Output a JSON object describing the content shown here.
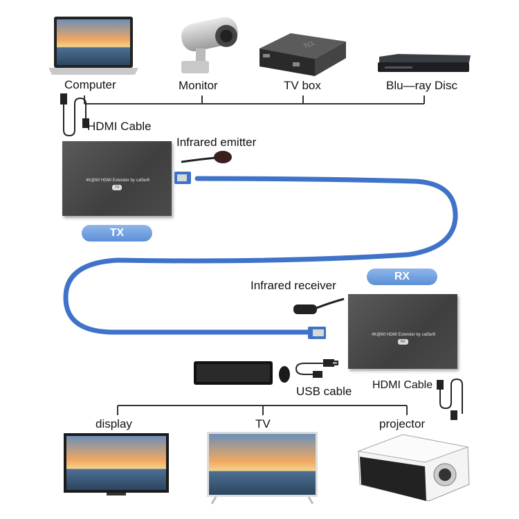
{
  "sources": {
    "computer": "Computer",
    "monitor": "Monitor",
    "tv_box": "TV box",
    "bluray": "Blu—ray Disc"
  },
  "tv_box_brand": "TCL",
  "hdmi_cable_top": "HDMI Cable",
  "infrared_emitter": "Infrared emitter",
  "tx": {
    "pill": "TX",
    "device_text": "4K@60 HDMI Extender by cat5e/6",
    "tag": "TX"
  },
  "rx": {
    "pill": "RX",
    "device_text": "4K@60 HDMI Extender by cat5e/6",
    "tag": "RX"
  },
  "infrared_receiver": "Infrared receiver",
  "usb_cable": "USB cable",
  "hdmi_cable_bottom": "HDMI Cable",
  "outputs": {
    "display": "display",
    "tv": "TV",
    "projector": "projector"
  },
  "colors": {
    "cable_blue": "#3f73c9",
    "pill_blue": "#6e9ee0",
    "device_gray": "#4a4a4a"
  }
}
